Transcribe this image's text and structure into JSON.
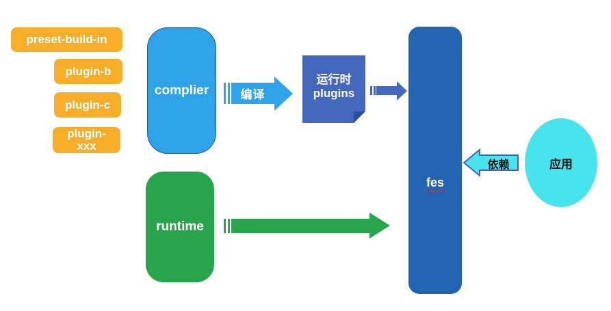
{
  "plugins": {
    "items": [
      {
        "label": "preset-build-in"
      },
      {
        "label": "plugin-b"
      },
      {
        "label": "plugin-c"
      },
      {
        "label": "plugin-xxx",
        "line1": "plugin-",
        "line2": "xxx"
      }
    ]
  },
  "nodes": {
    "complier": {
      "label": "complier",
      "color": "#2FA3E9"
    },
    "runtime": {
      "label": "runtime",
      "color": "#28A54C"
    },
    "runtime_plugins": {
      "line1": "运行时",
      "line2": "plugins",
      "color": "#4468BC"
    },
    "fes": {
      "label": "fes",
      "color": "#2263B2"
    },
    "app": {
      "label": "应用",
      "color": "#48E4ED"
    }
  },
  "arrows": {
    "compile": {
      "label": "编译",
      "color": "#2FA3E9"
    },
    "plugins_to_fes": {
      "color": "#4468BC"
    },
    "runtime_to_fes": {
      "color": "#28A54C"
    },
    "depend": {
      "label": "依赖",
      "fill": "#48E4ED",
      "border": "#3F63B5"
    }
  },
  "colors": {
    "plugin_chip": "#F7AD28",
    "background": "#FFFFFF",
    "spellcheck_underline": "#E03131"
  }
}
